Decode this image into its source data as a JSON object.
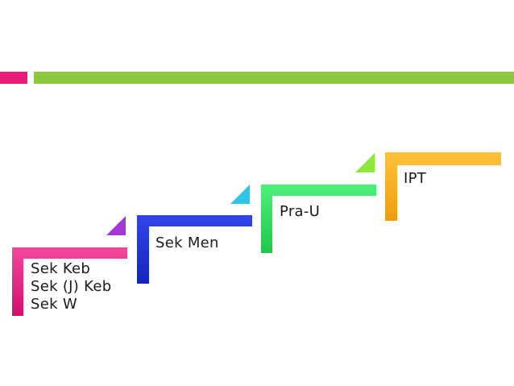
{
  "colors": {
    "header_accent": "#e91e7a",
    "header_bar": "#8dc63f",
    "step_1": "#e8197f",
    "step_1_tri": "#a238d6",
    "step_2": "#1d2fd6",
    "step_2_tri": "#2ec5e6",
    "step_3": "#2de05a",
    "step_3_tri": "#8ee83a",
    "step_4": "#f5ad1e"
  },
  "steps": [
    {
      "lines": [
        "Sek Keb",
        "Sek (J) Keb",
        "Sek W"
      ]
    },
    {
      "lines": [
        "Sek Men"
      ]
    },
    {
      "lines": [
        "Pra-U"
      ]
    },
    {
      "lines": [
        "IPT"
      ]
    }
  ]
}
